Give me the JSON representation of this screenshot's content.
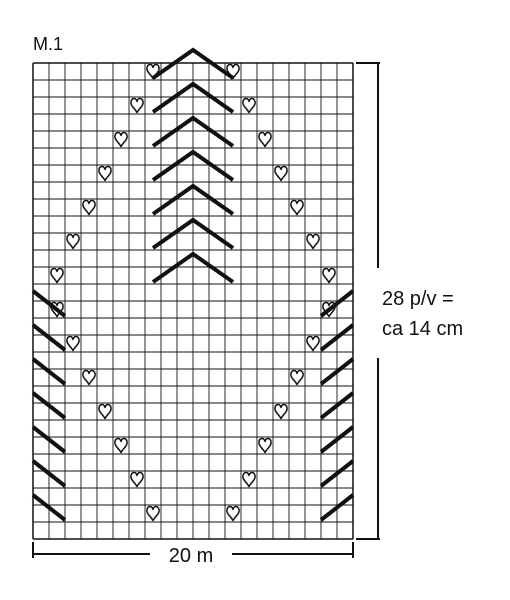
{
  "chart_title": "M.1",
  "dimensions": {
    "stitches": 20,
    "rows": 28,
    "width_label": "20 m",
    "height_label_line1": "28 p/v =",
    "height_label_line2": "ca 14 cm"
  },
  "symbols": {
    "heart": "heart-symbol",
    "chevron": "chevron-symbol",
    "slash": "diagonal-bar-symbol"
  },
  "colors": {
    "ink": "#111111",
    "background": "#ffffff"
  }
}
